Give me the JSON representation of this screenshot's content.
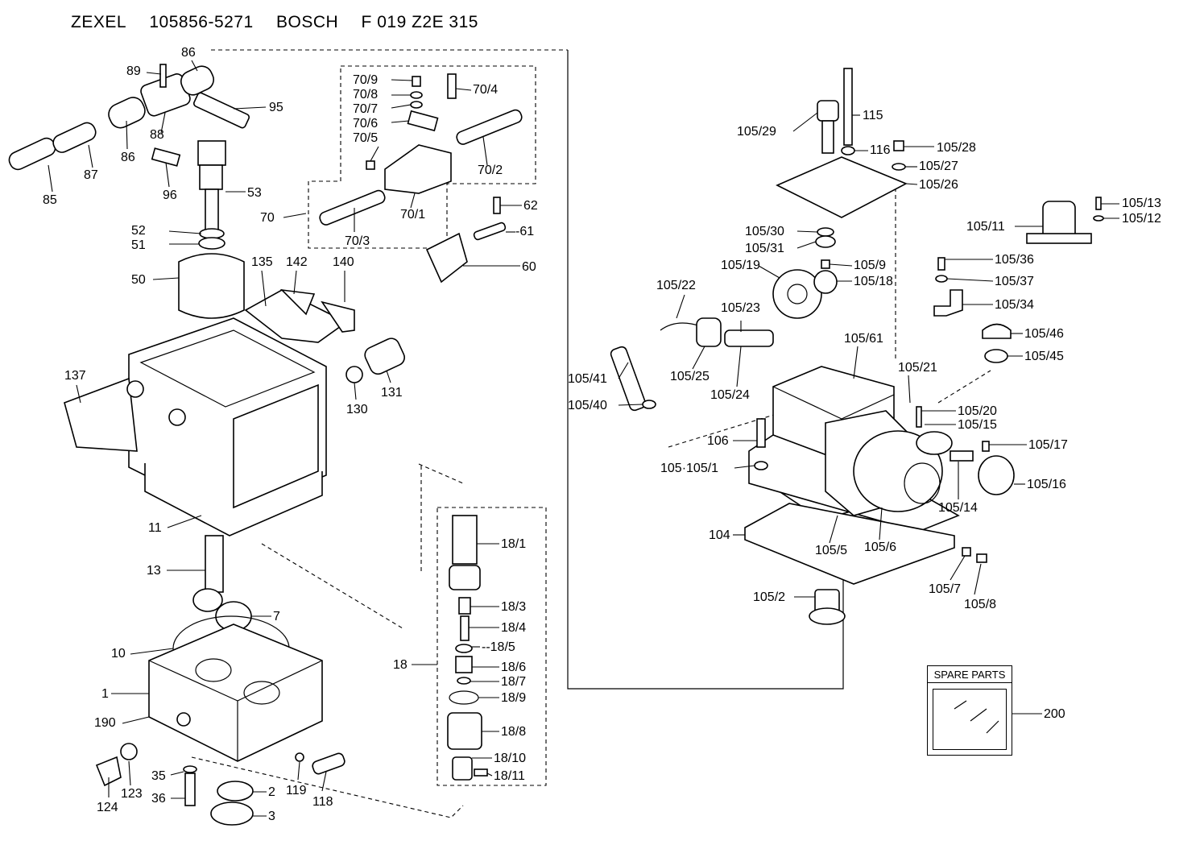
{
  "header": {
    "brand": "ZEXEL",
    "part_number": "105856-5271",
    "maker": "BOSCH",
    "maker_number": "F 019 Z2E 315"
  },
  "callouts": [
    "86",
    "89",
    "95",
    "88",
    "86",
    "87",
    "85",
    "96",
    "53",
    "52",
    "51",
    "50",
    "135",
    "142",
    "140",
    "70/9",
    "70/4",
    "70/8",
    "70/7",
    "70/6",
    "70/5",
    "70/2",
    "70/1",
    "70",
    "70/3",
    "62",
    "-61",
    "60",
    "137",
    "130",
    "131",
    "11",
    "13",
    "7",
    "10",
    "1",
    "190",
    "124",
    "123",
    "35",
    "36",
    "2",
    "3",
    "119",
    "118",
    "18/1",
    "18/3",
    "18/4",
    "--18/5",
    "18",
    "18/6",
    "18/7",
    "18/9",
    "18/8",
    "18/10",
    "18/11",
    "115",
    "105/29",
    "116",
    "105/28",
    "105/27",
    "105/26",
    "105/13",
    "105/12",
    "105/11",
    "105/30",
    "105/31",
    "105/19",
    "105/9",
    "105/18",
    "105/36",
    "105/37",
    "105/22",
    "105/23",
    "105/34",
    "105/46",
    "105/45",
    "105/61",
    "105/21",
    "105/41",
    "105/25",
    "105/24",
    "105/40",
    "105/20",
    "105/15",
    "106",
    "105/17",
    "105·105/1",
    "105/16",
    "105/14",
    "104",
    "105/5",
    "105/6",
    "105/7",
    "105/8",
    "105/2",
    "200"
  ],
  "spare_parts": {
    "label": "SPARE PARTS"
  }
}
